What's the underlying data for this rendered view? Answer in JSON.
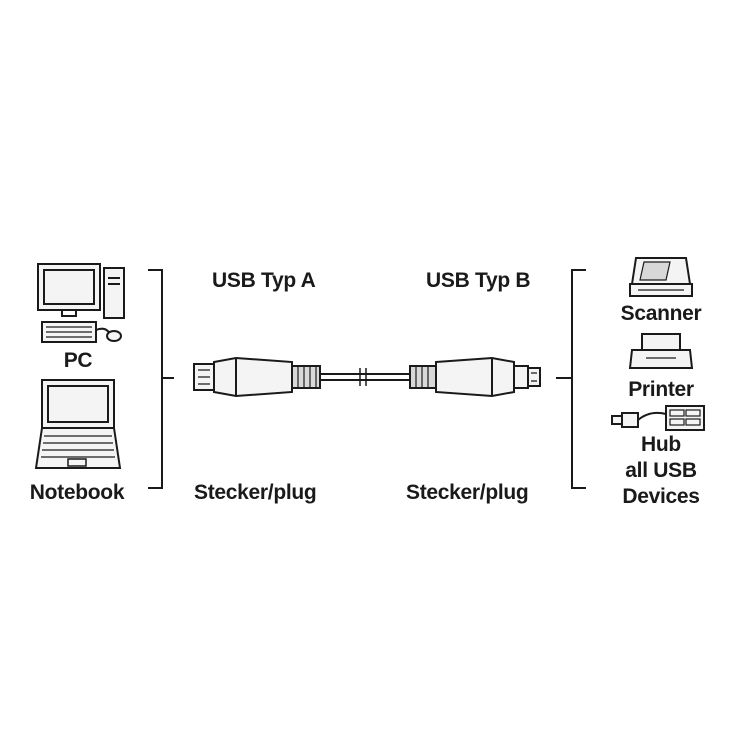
{
  "left_devices": {
    "pc_label": "PC",
    "notebook_label": "Notebook"
  },
  "connector_a": {
    "title": "USB Typ A",
    "caption": "Stecker/plug"
  },
  "connector_b": {
    "title": "USB Typ B",
    "caption": "Stecker/plug"
  },
  "right_devices": {
    "scanner_label": "Scanner",
    "printer_label": "Printer",
    "hub_label": "Hub",
    "all_usb_line1": "all USB",
    "all_usb_line2": "Devices"
  },
  "colors": {
    "line": "#1a1a1a",
    "fill_light": "#f4f4f4",
    "fill_grey": "#d8d8d8"
  }
}
